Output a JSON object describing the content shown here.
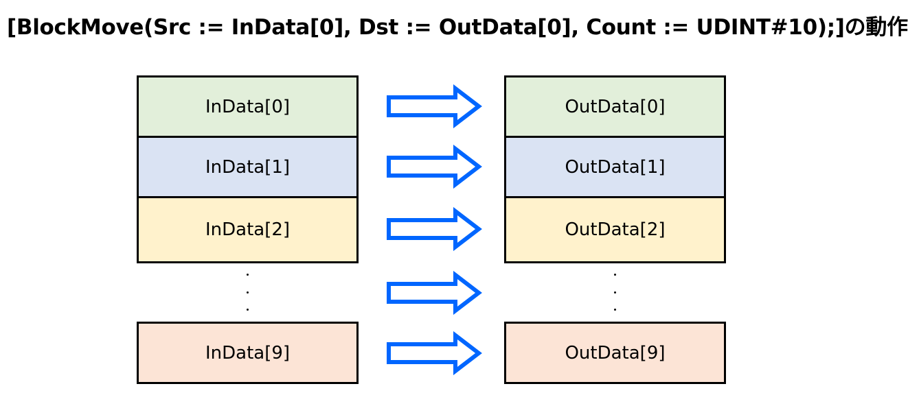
{
  "title": "[BlockMove(Src := InData[0], Dst := OutData[0], Count := UDINT#10);]の動作",
  "left_column": [
    {
      "label": "InData[0]",
      "color": "#e2efda"
    },
    {
      "label": "InData[1]",
      "color": "#dae3f3"
    },
    {
      "label": "InData[2]",
      "color": "#fff2cc"
    },
    {
      "label": "InData[9]",
      "color": "#fce4d6"
    }
  ],
  "right_column": [
    {
      "label": "OutData[0]",
      "color": "#e2efda"
    },
    {
      "label": "OutData[1]",
      "color": "#dae3f3"
    },
    {
      "label": "OutData[2]",
      "color": "#fff2cc"
    },
    {
      "label": "OutData[9]",
      "color": "#fce4d6"
    }
  ],
  "arrow_color": "#0066ff"
}
